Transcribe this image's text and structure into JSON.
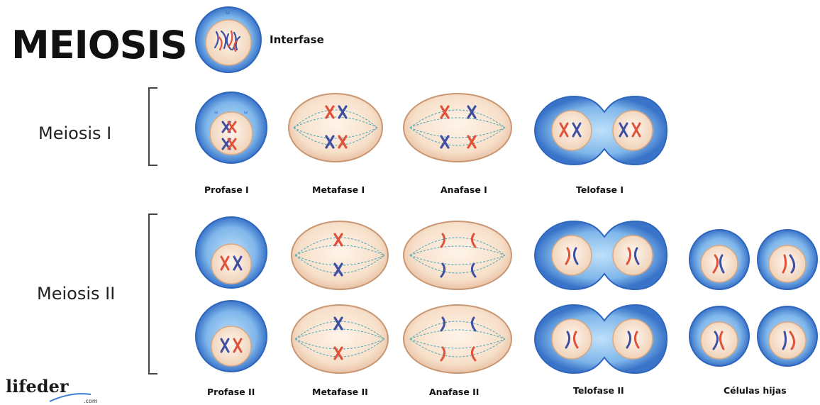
{
  "title": "MEIOSIS",
  "interphase_label": "Interfase",
  "sections": {
    "meiosis1": "Meiosis I",
    "meiosis2": "Meiosis II"
  },
  "phases": {
    "profase1": "Profase I",
    "metafase1": "Metafase I",
    "anafase1": "Anafase I",
    "telofase1": "Telofase I",
    "profase2": "Profase II",
    "metafase2": "Metafase II",
    "anafase2": "Anafase II",
    "telofase2": "Telofase II",
    "celulas_hijas": "Células hijas"
  },
  "logo": {
    "name": "lifeder",
    "suffix": ".com"
  },
  "colors": {
    "membrane_outer": "#3f7fd1",
    "membrane_inner": "#8fc3f0",
    "cytoplasm": "#f6e1cd",
    "nucleus": "#f3dcc8",
    "chromosome_red": "#e0523a",
    "chromosome_blue": "#3f4fa3",
    "spindle": "#4aa8b8"
  }
}
